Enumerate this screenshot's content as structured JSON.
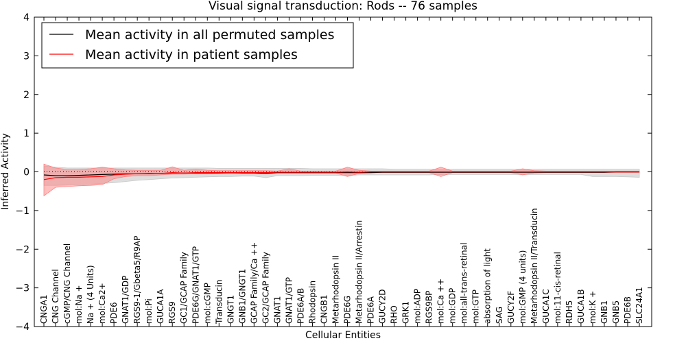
{
  "chart_data": {
    "type": "line",
    "title": "Visual signal transduction: Rods -- 76 samples",
    "xlabel": "Cellular Entities",
    "ylabel": "Inferred Activity",
    "ylim": [
      -4,
      4
    ],
    "yticks": [
      4,
      3,
      2,
      1,
      0,
      -1,
      -2,
      -3,
      -4
    ],
    "ytick_labels": [
      "4",
      "3",
      "2",
      "1",
      "0",
      "−1",
      "−2",
      "−3",
      "−4"
    ],
    "grid": false,
    "legend_position": "top-left",
    "categories": [
      "CNGA1",
      "CNG Channel",
      "cGMP/CNG Channel",
      "mol:Na +",
      "Na + (4 Units)",
      "mol:Ca2+",
      "PDE6",
      "GNAT1/GDP",
      "RGS9-1/Gbeta5/R9AP",
      "mol:Pi",
      "GUCA1A",
      "RGS9",
      "GC1/GCAP Family",
      "PDE6G/GNAT1/GTP",
      "mol:cGMP",
      "Transducin",
      "GNGT1",
      "GNB1/GNGT1",
      "GCAP Family/Ca ++",
      "GC2/GCAP Family",
      "GNAT1",
      "GNAT1/GTP",
      "PDE6A/B",
      "Rhodopsin",
      "CNGB1",
      "Metarhodopsin II",
      "PDE6G",
      "Metarhodopsin II/Arrestin",
      "PDE6A",
      "GUCY2D",
      "RHO",
      "GRK1",
      "mol:ADP",
      "RGS9BP",
      "mol:Ca ++",
      "mol:GDP",
      "mol:all-trans-retinal",
      "mol:GTP",
      "absorption of light",
      "SAG",
      "GUCY2F",
      "mol:GMP (4 units)",
      "Metarhodopsin II/Transducin",
      "GUCA1C",
      "mol:11-cis-retinal",
      "RDH5",
      "GUCA1B",
      "mol:K +",
      "GNB1",
      "GNB5",
      "PDE6B",
      "SLC24A1"
    ],
    "series": [
      {
        "name": "Mean activity in all permuted samples",
        "color": "#000000",
        "band_color": "#c8c8c8",
        "values": [
          -0.08,
          -0.1,
          -0.1,
          -0.09,
          -0.08,
          -0.07,
          -0.06,
          -0.05,
          -0.05,
          -0.04,
          -0.04,
          -0.03,
          -0.03,
          -0.03,
          -0.03,
          -0.03,
          -0.02,
          -0.03,
          -0.03,
          -0.04,
          -0.02,
          -0.02,
          -0.02,
          -0.02,
          -0.02,
          -0.02,
          -0.02,
          -0.02,
          -0.02,
          -0.01,
          -0.01,
          -0.01,
          -0.01,
          -0.01,
          -0.01,
          -0.01,
          -0.01,
          -0.01,
          -0.01,
          -0.01,
          -0.01,
          -0.01,
          -0.01,
          -0.01,
          -0.01,
          -0.01,
          -0.01,
          -0.01,
          -0.01,
          0,
          0,
          0
        ],
        "lower": [
          -0.35,
          -0.35,
          -0.34,
          -0.33,
          -0.32,
          -0.3,
          -0.28,
          -0.25,
          -0.22,
          -0.2,
          -0.18,
          -0.16,
          -0.15,
          -0.14,
          -0.13,
          -0.12,
          -0.12,
          -0.11,
          -0.11,
          -0.15,
          -0.1,
          -0.1,
          -0.1,
          -0.09,
          -0.09,
          -0.09,
          -0.09,
          -0.08,
          -0.08,
          -0.08,
          -0.08,
          -0.08,
          -0.08,
          -0.08,
          -0.07,
          -0.07,
          -0.07,
          -0.07,
          -0.07,
          -0.07,
          -0.07,
          -0.07,
          -0.07,
          -0.07,
          -0.07,
          -0.07,
          -0.07,
          -0.12,
          -0.12,
          -0.12,
          -0.13,
          -0.14
        ],
        "upper": [
          0.15,
          0.12,
          0.1,
          0.1,
          0.1,
          0.1,
          0.1,
          0.1,
          0.1,
          0.1,
          0.1,
          0.1,
          0.1,
          0.1,
          0.1,
          0.09,
          0.09,
          0.09,
          0.09,
          0.09,
          0.09,
          0.09,
          0.09,
          0.08,
          0.08,
          0.08,
          0.08,
          0.08,
          0.08,
          0.08,
          0.07,
          0.07,
          0.07,
          0.07,
          0.07,
          0.07,
          0.07,
          0.07,
          0.07,
          0.07,
          0.07,
          0.07,
          0.07,
          0.07,
          0.07,
          0.07,
          0.07,
          0.07,
          0.07,
          0.07,
          0.07,
          0.07
        ]
      },
      {
        "name": "Mean activity in patient samples",
        "color": "#ff0000",
        "band_color": "#ff8080",
        "values": [
          -0.2,
          -0.15,
          -0.14,
          -0.14,
          -0.13,
          -0.12,
          -0.08,
          -0.06,
          -0.05,
          -0.05,
          -0.04,
          -0.02,
          -0.03,
          -0.02,
          -0.02,
          -0.02,
          -0.02,
          -0.02,
          -0.02,
          -0.02,
          -0.01,
          -0.01,
          -0.01,
          -0.01,
          -0.01,
          -0.01,
          0,
          -0.01,
          0,
          0,
          0,
          0,
          0,
          0,
          0,
          0,
          0,
          0,
          0,
          0,
          0,
          0,
          0,
          0,
          0,
          0,
          0,
          0,
          0,
          0,
          0,
          0
        ],
        "lower": [
          -0.62,
          -0.4,
          -0.38,
          -0.36,
          -0.35,
          -0.33,
          -0.18,
          -0.12,
          -0.1,
          -0.1,
          -0.08,
          -0.06,
          -0.06,
          -0.05,
          -0.05,
          -0.04,
          -0.04,
          -0.04,
          -0.04,
          -0.04,
          -0.03,
          -0.03,
          -0.03,
          -0.03,
          -0.03,
          -0.03,
          -0.12,
          -0.04,
          -0.02,
          -0.02,
          -0.02,
          -0.02,
          -0.02,
          -0.02,
          -0.12,
          -0.02,
          -0.02,
          -0.02,
          -0.02,
          -0.02,
          -0.02,
          -0.08,
          -0.03,
          -0.02,
          -0.02,
          -0.02,
          -0.02,
          -0.02,
          -0.02,
          -0.02,
          -0.02,
          -0.02
        ],
        "upper": [
          0.2,
          0.1,
          0.06,
          0.06,
          0.08,
          0.12,
          0.08,
          0.05,
          0.04,
          0.04,
          0.04,
          0.13,
          0.04,
          0.07,
          0.04,
          0.03,
          0.03,
          0.03,
          0.03,
          0.03,
          0.02,
          0.08,
          0.02,
          0.02,
          0.02,
          0.02,
          0.12,
          0.04,
          0.02,
          0.02,
          0.02,
          0.02,
          0.02,
          0.02,
          0.12,
          0.02,
          0.02,
          0.02,
          0.02,
          0.02,
          0.02,
          0.08,
          0.03,
          0.02,
          0.02,
          0.02,
          0.02,
          0.02,
          0.02,
          0.02,
          0.02,
          0.02
        ]
      }
    ]
  }
}
